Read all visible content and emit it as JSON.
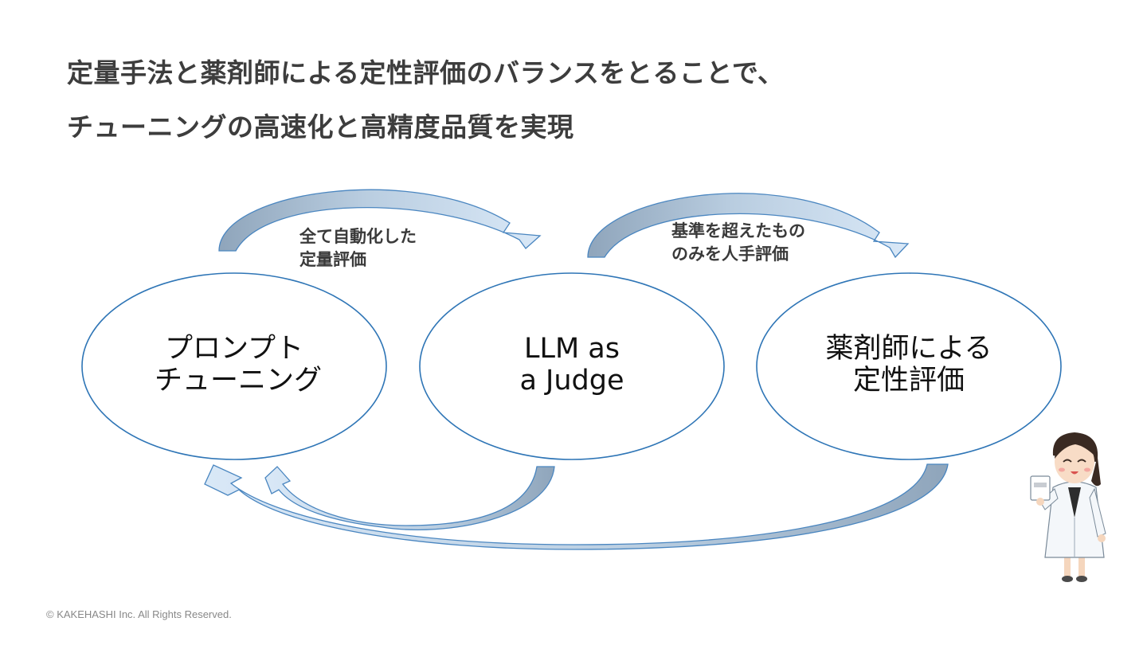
{
  "slide": {
    "title_lines": [
      "定量手法と薬剤師による定性評価のバランスをとることで、",
      "チューニングの高速化と高精度品質を実現"
    ],
    "footer": "© KAKEHASHI Inc. All Rights Reserved."
  },
  "diagram": {
    "nodes": [
      {
        "id": "prompt",
        "lines": [
          "プロンプト",
          "チューニング"
        ]
      },
      {
        "id": "llm",
        "lines": [
          "LLM as",
          "a Judge"
        ]
      },
      {
        "id": "pharmacist",
        "lines": [
          "薬剤師による",
          "定性評価"
        ]
      }
    ],
    "arrow_labels": [
      {
        "id": "auto",
        "lines": [
          "全て自動化した",
          "定量評価"
        ]
      },
      {
        "id": "manual",
        "lines": [
          "基準を超えたもの",
          "のみを人手評価"
        ]
      }
    ],
    "colors": {
      "ellipse_stroke": "#2e75b6",
      "arrow_fill_light": "#d7e7f6",
      "arrow_fill_dark": "#93a8bd",
      "arrow_stroke": "#4a86c0"
    }
  },
  "icons": [
    "pharmacist-illustration-icon"
  ]
}
